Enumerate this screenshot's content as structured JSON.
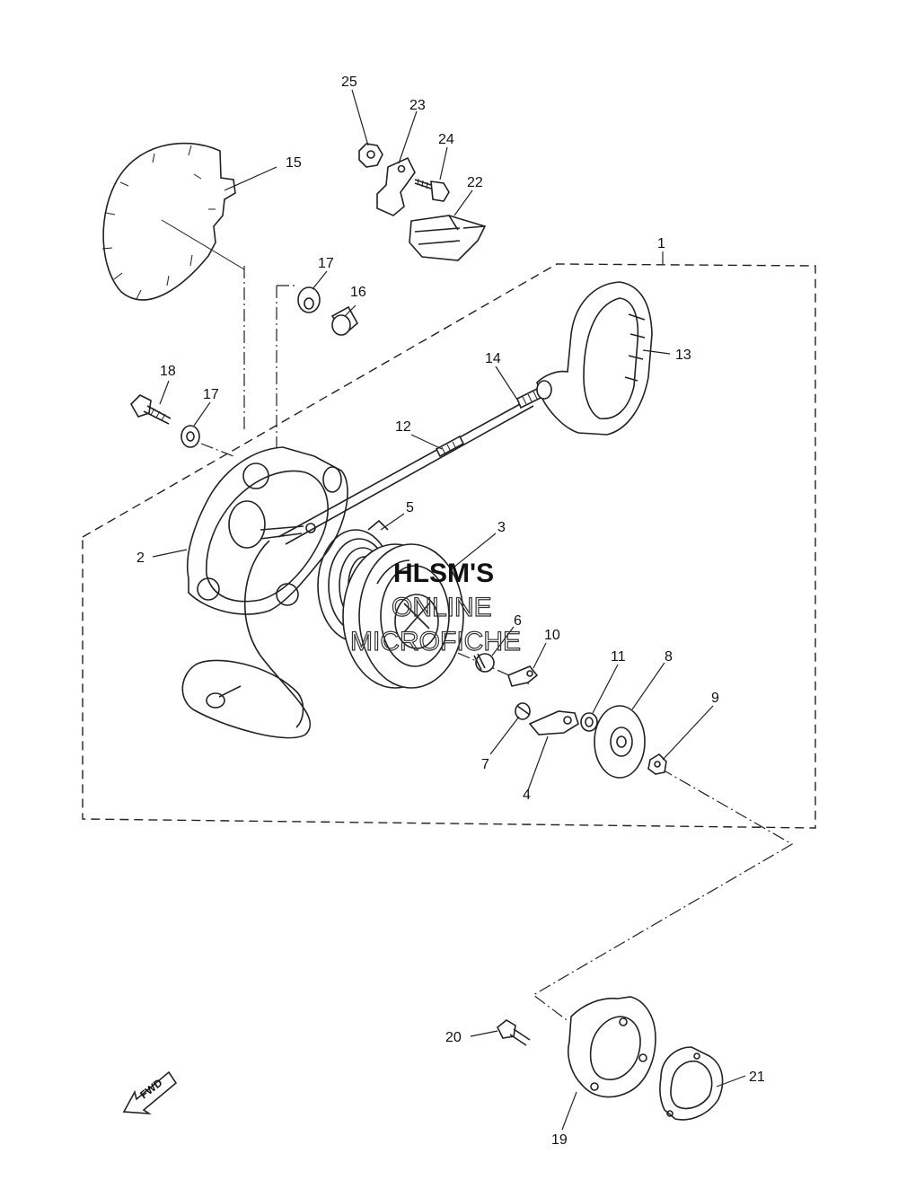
{
  "callouts": [
    {
      "id": "c1",
      "label": "1"
    },
    {
      "id": "c2",
      "label": "2"
    },
    {
      "id": "c3",
      "label": "3"
    },
    {
      "id": "c4",
      "label": "4"
    },
    {
      "id": "c5",
      "label": "5"
    },
    {
      "id": "c6",
      "label": "6"
    },
    {
      "id": "c7",
      "label": "7"
    },
    {
      "id": "c8",
      "label": "8"
    },
    {
      "id": "c9",
      "label": "9"
    },
    {
      "id": "c10",
      "label": "10"
    },
    {
      "id": "c11",
      "label": "11"
    },
    {
      "id": "c12",
      "label": "12"
    },
    {
      "id": "c13",
      "label": "13"
    },
    {
      "id": "c14",
      "label": "14"
    },
    {
      "id": "c15",
      "label": "15"
    },
    {
      "id": "c16",
      "label": "16"
    },
    {
      "id": "c17a",
      "label": "17"
    },
    {
      "id": "c17b",
      "label": "17"
    },
    {
      "id": "c18",
      "label": "18"
    },
    {
      "id": "c19",
      "label": "19"
    },
    {
      "id": "c20",
      "label": "20"
    },
    {
      "id": "c21",
      "label": "21"
    },
    {
      "id": "c22",
      "label": "22"
    },
    {
      "id": "c23",
      "label": "23"
    },
    {
      "id": "c24",
      "label": "24"
    },
    {
      "id": "c25",
      "label": "25"
    }
  ],
  "watermark": {
    "line1": "HLSM'S",
    "line2": "ONLINE",
    "line3": "MICROFICHE"
  },
  "fwd_label": "FWD"
}
